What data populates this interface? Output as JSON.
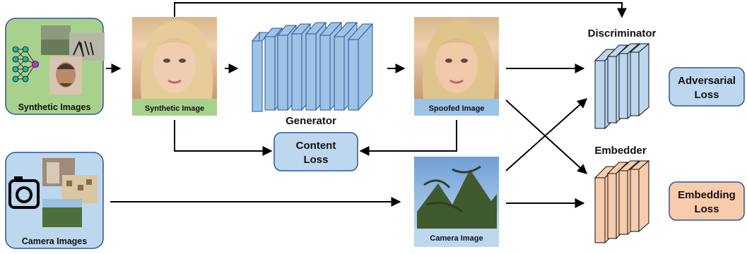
{
  "inputs": {
    "synthetic_images": "Synthetic Images",
    "camera_images": "Camera Images"
  },
  "images": {
    "synthetic_image": "Synthetic Image",
    "spoofed_image": "Spoofed Image",
    "camera_image": "Camera Image"
  },
  "modules": {
    "generator": "Generator",
    "discriminator": "Discriminator",
    "embedder": "Embedder"
  },
  "losses": {
    "content_line1": "Content",
    "content_line2": "Loss",
    "adversarial_line1": "Adversarial",
    "adversarial_line2": "Loss",
    "embedding_line1": "Embedding",
    "embedding_line2": "Loss"
  },
  "colors": {
    "synthetic_green": "#a9d18e",
    "camera_blue": "#bdd7ee",
    "generator_blue": "#9dc3e6",
    "discriminator_blue": "#bdd7ee",
    "embedder_orange": "#f8cbad",
    "box_border": "#2f5597",
    "arrow": "#000000"
  },
  "icons": [
    "neural-network-icon",
    "camera-icon"
  ]
}
